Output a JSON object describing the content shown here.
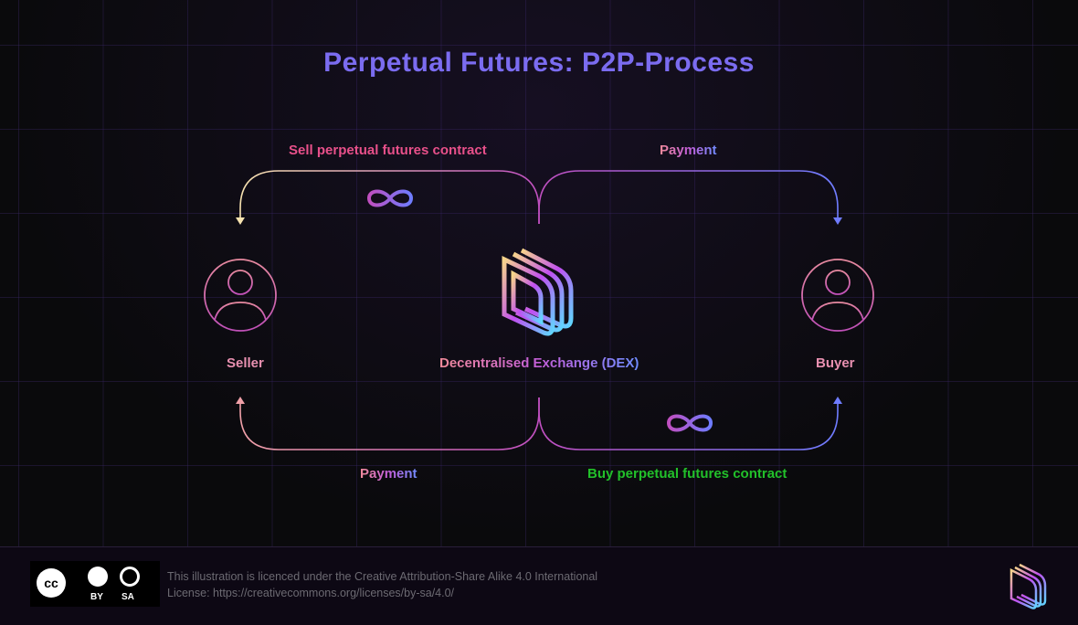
{
  "title": "Perpetual Futures: P2P-Process",
  "nodes": {
    "seller": "Seller",
    "dex": "Decentralised Exchange (DEX)",
    "buyer": "Buyer"
  },
  "flows": {
    "top_left": "Sell perpetual futures contract",
    "top_right": "Payment",
    "bottom_left": "Payment",
    "bottom_right": "Buy perpetual futures contract"
  },
  "footer": {
    "cc_by": "BY",
    "cc_sa": "SA",
    "cc_logo": "cc",
    "license_line1": "This illustration is licenced under the Creative Attribution-Share Alike 4.0 International",
    "license_line2": "License: https://creativecommons.org/licenses/by-sa/4.0/"
  },
  "colors": {
    "title": "#7b6cf0",
    "sell": "#e8508a",
    "buy": "#22c02a"
  }
}
